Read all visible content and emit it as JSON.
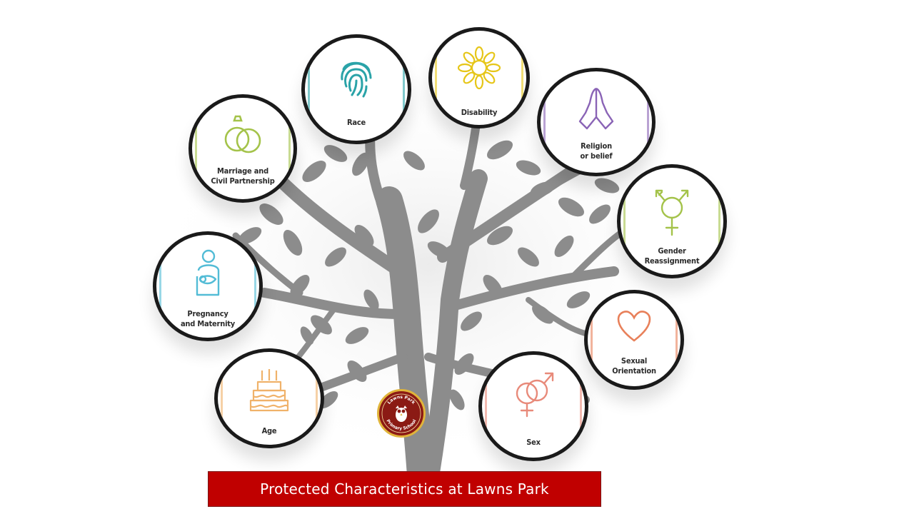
{
  "banner": {
    "title": "Protected Characteristics at Lawns Park"
  },
  "logo": {
    "top_text": "Lawns Park",
    "bottom_text": "Primary School"
  },
  "characteristics": [
    {
      "key": "race",
      "label": "Race",
      "icon": "fingerprint-icon",
      "color": "#2aa3a8"
    },
    {
      "key": "disability",
      "label": "Disability",
      "icon": "sunflower-icon",
      "color": "#e6c619"
    },
    {
      "key": "religion",
      "label": "Religion\nor belief",
      "icon": "praying-hands-icon",
      "color": "#8a64b6"
    },
    {
      "key": "marriage",
      "label": "Marriage and\nCivil Partnership",
      "icon": "rings-icon",
      "color": "#a4c34a"
    },
    {
      "key": "gender",
      "label": "Gender\nReassignment",
      "icon": "transgender-symbol-icon",
      "color": "#a4c34a"
    },
    {
      "key": "pregnancy",
      "label": "Pregnancy\nand Maternity",
      "icon": "mother-baby-icon",
      "color": "#53bcd6"
    },
    {
      "key": "sexual_orientation",
      "label": "Sexual\nOrientation",
      "icon": "heart-icon",
      "color": "#e8805a"
    },
    {
      "key": "age",
      "label": "Age",
      "icon": "birthday-cake-icon",
      "color": "#f0b26a"
    },
    {
      "key": "sex",
      "label": "Sex",
      "icon": "gender-symbols-icon",
      "color": "#e88a7a"
    }
  ]
}
